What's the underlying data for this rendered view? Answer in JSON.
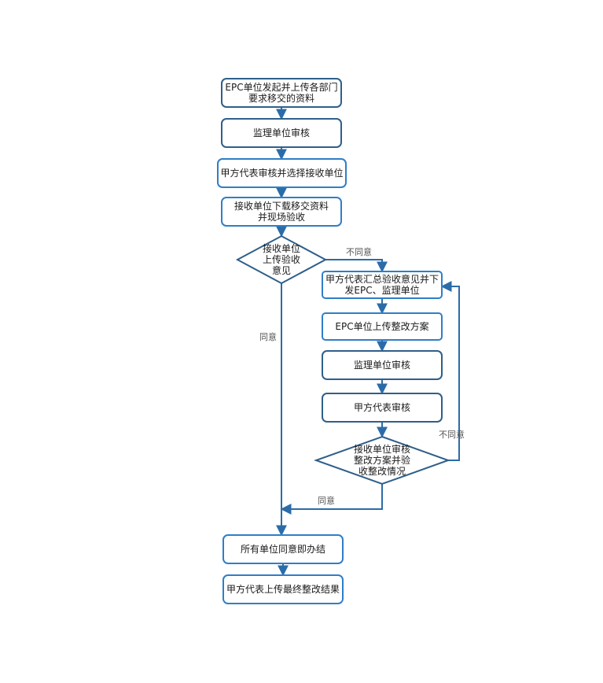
{
  "colors": {
    "box_stroke": "#2f5f8a",
    "box_stroke_light": "#2f7ec7",
    "edge": "#2b6ca8",
    "text": "#1a1a1a",
    "label_text": "#555555"
  },
  "nodes": [
    {
      "id": "n1",
      "shape": "rect",
      "lines": [
        "EPC单位发起并上传各部门",
        "要求移交的资料"
      ]
    },
    {
      "id": "n2",
      "shape": "rect",
      "lines": [
        "监理单位审核"
      ]
    },
    {
      "id": "n3",
      "shape": "rect",
      "lines": [
        "甲方代表审核并选择接收单位"
      ]
    },
    {
      "id": "n4",
      "shape": "rect",
      "lines": [
        "接收单位下载移交资料",
        "并现场验收"
      ]
    },
    {
      "id": "d1",
      "shape": "diamond",
      "lines": [
        "接收单位",
        "上传验收",
        "意见"
      ]
    },
    {
      "id": "n5",
      "shape": "rect",
      "lines": [
        "甲方代表汇总验收意见并下",
        "发EPC、监理单位"
      ]
    },
    {
      "id": "n6",
      "shape": "rect",
      "lines": [
        "EPC单位上传整改方案"
      ]
    },
    {
      "id": "n7",
      "shape": "rect",
      "lines": [
        "监理单位审核"
      ]
    },
    {
      "id": "n8",
      "shape": "rect",
      "lines": [
        "甲方代表审核"
      ]
    },
    {
      "id": "d2",
      "shape": "diamond",
      "lines": [
        "接收单位审核",
        "整改方案并验",
        "收整改情况"
      ]
    },
    {
      "id": "n9",
      "shape": "rect",
      "lines": [
        "所有单位同意即办结"
      ]
    },
    {
      "id": "n10",
      "shape": "rect",
      "lines": [
        "甲方代表上传最终整改结果"
      ]
    }
  ],
  "edges": [
    {
      "id": "e1",
      "from": "n1",
      "to": "n2",
      "label": ""
    },
    {
      "id": "e2",
      "from": "n2",
      "to": "n3",
      "label": ""
    },
    {
      "id": "e3",
      "from": "n3",
      "to": "n4",
      "label": ""
    },
    {
      "id": "e4",
      "from": "n4",
      "to": "d1",
      "label": ""
    },
    {
      "id": "e5",
      "from": "d1",
      "to": "n5",
      "label": "不同意"
    },
    {
      "id": "e6",
      "from": "d1",
      "to": "n9",
      "label": "同意"
    },
    {
      "id": "e7",
      "from": "n5",
      "to": "n6",
      "label": ""
    },
    {
      "id": "e8",
      "from": "n6",
      "to": "n7",
      "label": ""
    },
    {
      "id": "e9",
      "from": "n7",
      "to": "n8",
      "label": ""
    },
    {
      "id": "e10",
      "from": "n8",
      "to": "d2",
      "label": ""
    },
    {
      "id": "e11",
      "from": "d2",
      "to": "n5",
      "label": "不同意"
    },
    {
      "id": "e12",
      "from": "d2",
      "to": "n9",
      "label": "同意"
    },
    {
      "id": "e13",
      "from": "n9",
      "to": "n10",
      "label": ""
    }
  ]
}
